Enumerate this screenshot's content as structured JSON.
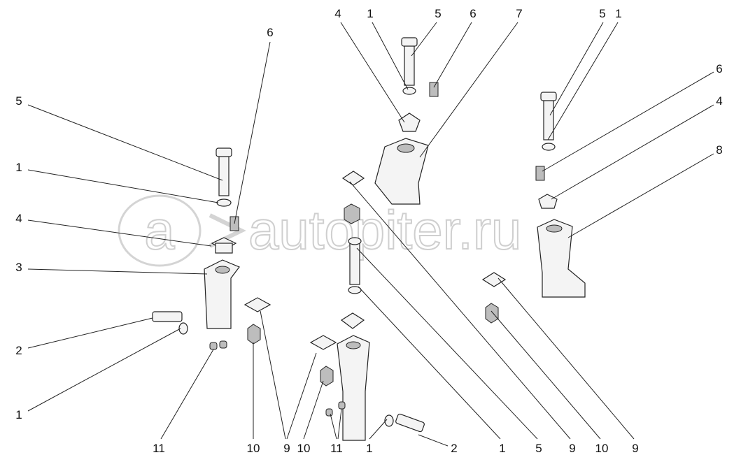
{
  "watermark": {
    "logo_letter": "a",
    "text": "autopiter.ru"
  },
  "callouts": {
    "top": [
      "4",
      "1",
      "5",
      "6",
      "7",
      "5",
      "1"
    ],
    "left": [
      "5",
      "1",
      "4",
      "3",
      "2",
      "1",
      "6"
    ],
    "right": [
      "6",
      "4",
      "8"
    ],
    "bottom": [
      "11",
      "10",
      "9",
      "10",
      "11",
      "1",
      "2",
      "1",
      "5",
      "9",
      "10",
      "9"
    ]
  }
}
